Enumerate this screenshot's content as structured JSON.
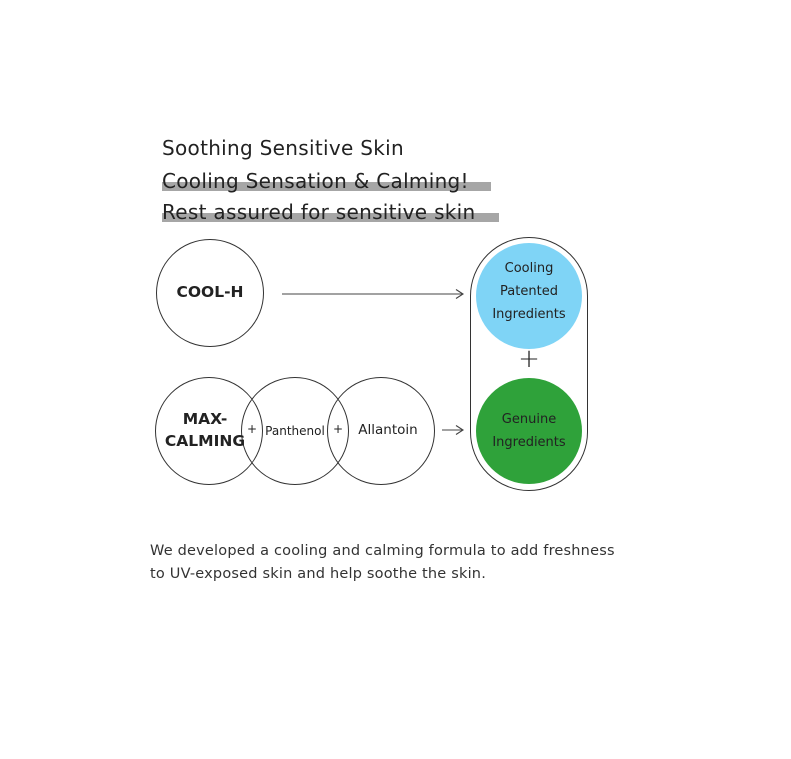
{
  "headlines": {
    "line1": "Soothing Sensitive Skin",
    "line2": "Cooling Sensation & Calming!",
    "line3": "Rest assured for sensitive skin"
  },
  "diagram": {
    "cool_h": "COOL-H",
    "max_calming_line1": "MAX-",
    "max_calming_line2": "CALMING",
    "panthenol": "Panthenol",
    "allantoin": "Allantoin",
    "plus_small": "+",
    "capsule": {
      "cooling": [
        "Cooling",
        "Patented",
        "Ingredients"
      ],
      "plus": "+",
      "genuine": [
        "Genuine",
        "Ingredients"
      ],
      "cooling_color": "#7fd4f6",
      "genuine_color": "#2fa23a"
    }
  },
  "caption": {
    "line1": "We developed a cooling and calming formula to add freshness",
    "line2": "to UV-exposed skin and help soothe the skin."
  }
}
